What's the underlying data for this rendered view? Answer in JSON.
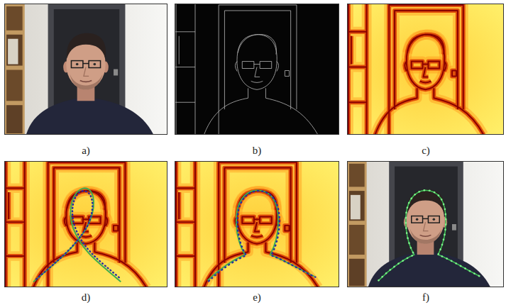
{
  "diagram": {
    "labels": [
      "a)",
      "b)",
      "c)",
      "d)",
      "e)",
      "f)"
    ]
  }
}
